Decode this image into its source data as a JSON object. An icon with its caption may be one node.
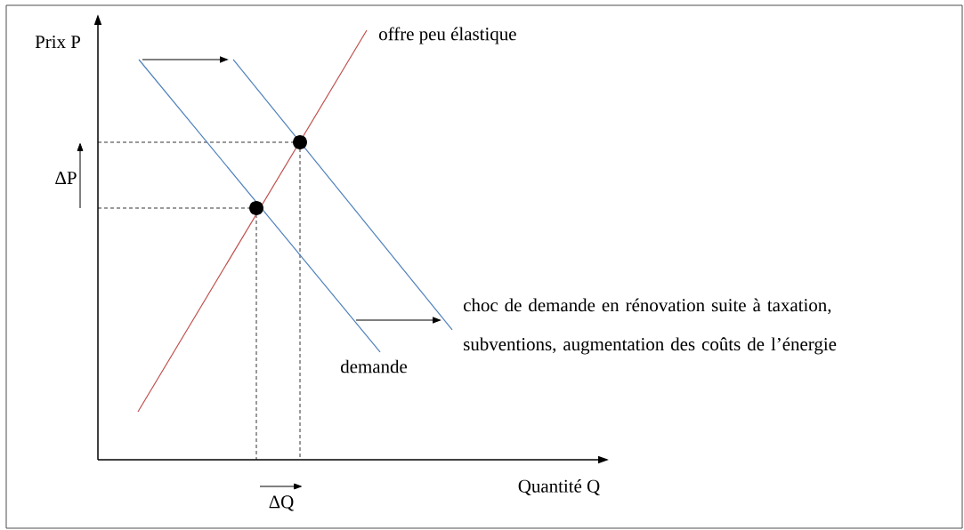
{
  "diagram": {
    "labels": [
      "offre peu élastique",
      "Prix P",
      "ΔP",
      "choc de demande en rénovation suite à taxation, subventions, augmentation des coûts de l’énergie",
      "demande",
      "Quantité Q",
      "ΔQ"
    ]
  }
}
